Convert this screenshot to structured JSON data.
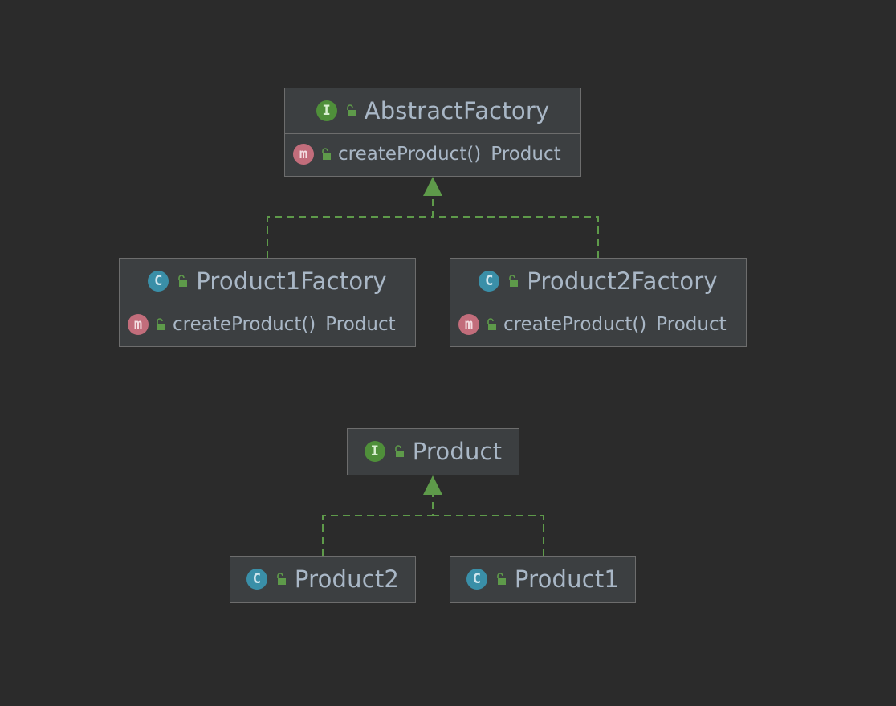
{
  "diagram": {
    "colors": {
      "background": "#2b2b2b",
      "node_fill": "#3c3f41",
      "node_border": "#6d6d6d",
      "edge": "#5e9a4a",
      "text": "#a9b7c6",
      "interface_icon": "#4f8f3a",
      "class_icon": "#3a8fa8",
      "method_icon": "#c26d7b"
    },
    "nodes": {
      "abstract_factory": {
        "kind": "I",
        "name": "AbstractFactory",
        "member": {
          "kind": "m",
          "name": "createProduct()",
          "type": "Product"
        }
      },
      "product1_factory": {
        "kind": "C",
        "name": "Product1Factory",
        "member": {
          "kind": "m",
          "name": "createProduct()",
          "type": "Product"
        }
      },
      "product2_factory": {
        "kind": "C",
        "name": "Product2Factory",
        "member": {
          "kind": "m",
          "name": "createProduct()",
          "type": "Product"
        }
      },
      "product": {
        "kind": "I",
        "name": "Product"
      },
      "product2": {
        "kind": "C",
        "name": "Product2"
      },
      "product1": {
        "kind": "C",
        "name": "Product1"
      }
    },
    "edges": [
      {
        "from": "Product1Factory",
        "to": "AbstractFactory",
        "type": "implements"
      },
      {
        "from": "Product2Factory",
        "to": "AbstractFactory",
        "type": "implements"
      },
      {
        "from": "Product2",
        "to": "Product",
        "type": "implements"
      },
      {
        "from": "Product1",
        "to": "Product",
        "type": "implements"
      }
    ]
  }
}
